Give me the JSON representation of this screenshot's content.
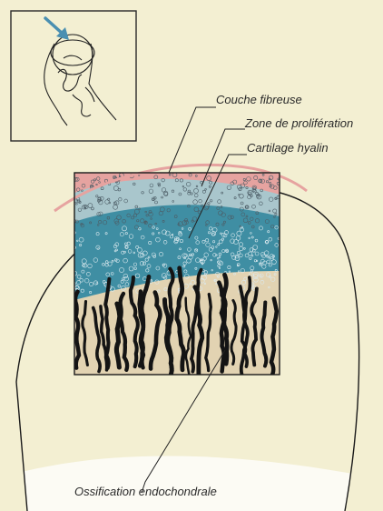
{
  "labels": {
    "couche_fibreuse": "Couche fibreuse",
    "zone_proliferation": "Zone de prolifération",
    "cartilage_hyalin": "Cartilage hyalin",
    "ossification": "Ossification endochondrale"
  },
  "colors": {
    "paper": "#f3efd2",
    "fibrous_layer": "#e6a3a0",
    "proliferation_zone": "#a9c6cc",
    "hyaline_cartilage": "#3f8ea3",
    "bone_zone": "#e2d3b2",
    "trabeculae": "#141414",
    "arrow": "#4a8fb1"
  },
  "icons": {
    "inset": "bone-epiphysis-inset-icon",
    "arrow": "pointer-arrow-icon"
  }
}
